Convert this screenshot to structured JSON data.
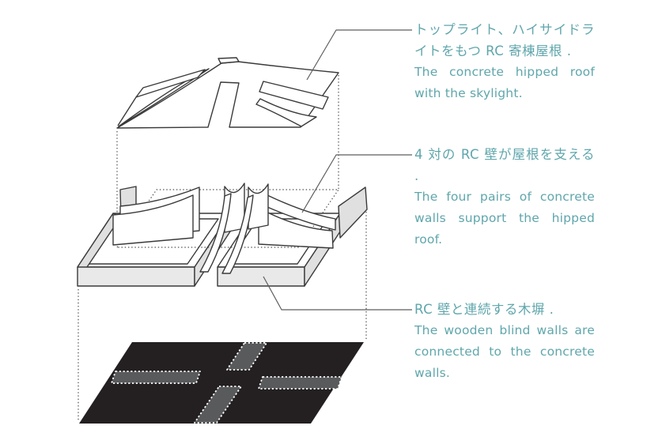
{
  "colors": {
    "accent_teal": "#5fa6ac",
    "line": "#3a3a3a",
    "leader": "#5e5e5e",
    "fill_light": "#e9e9e9",
    "fill_mid": "#e0e0e0",
    "plan_dark": "#242021",
    "plan_strip": "#595a5c"
  },
  "annotations": [
    {
      "id": "roof",
      "jp": "トップライト、ハイサイドライトをもつ RC 寄棟屋根 .",
      "en": "The concrete hipped roof with the skylight."
    },
    {
      "id": "walls",
      "jp": "4 対の RC 壁が屋根を支える .",
      "en": "The four pairs of concrete walls support the hipped roof."
    },
    {
      "id": "fence",
      "jp": "RC 壁と連続する木塀 .",
      "en": "The wooden blind walls are connected to the concrete walls."
    }
  ]
}
